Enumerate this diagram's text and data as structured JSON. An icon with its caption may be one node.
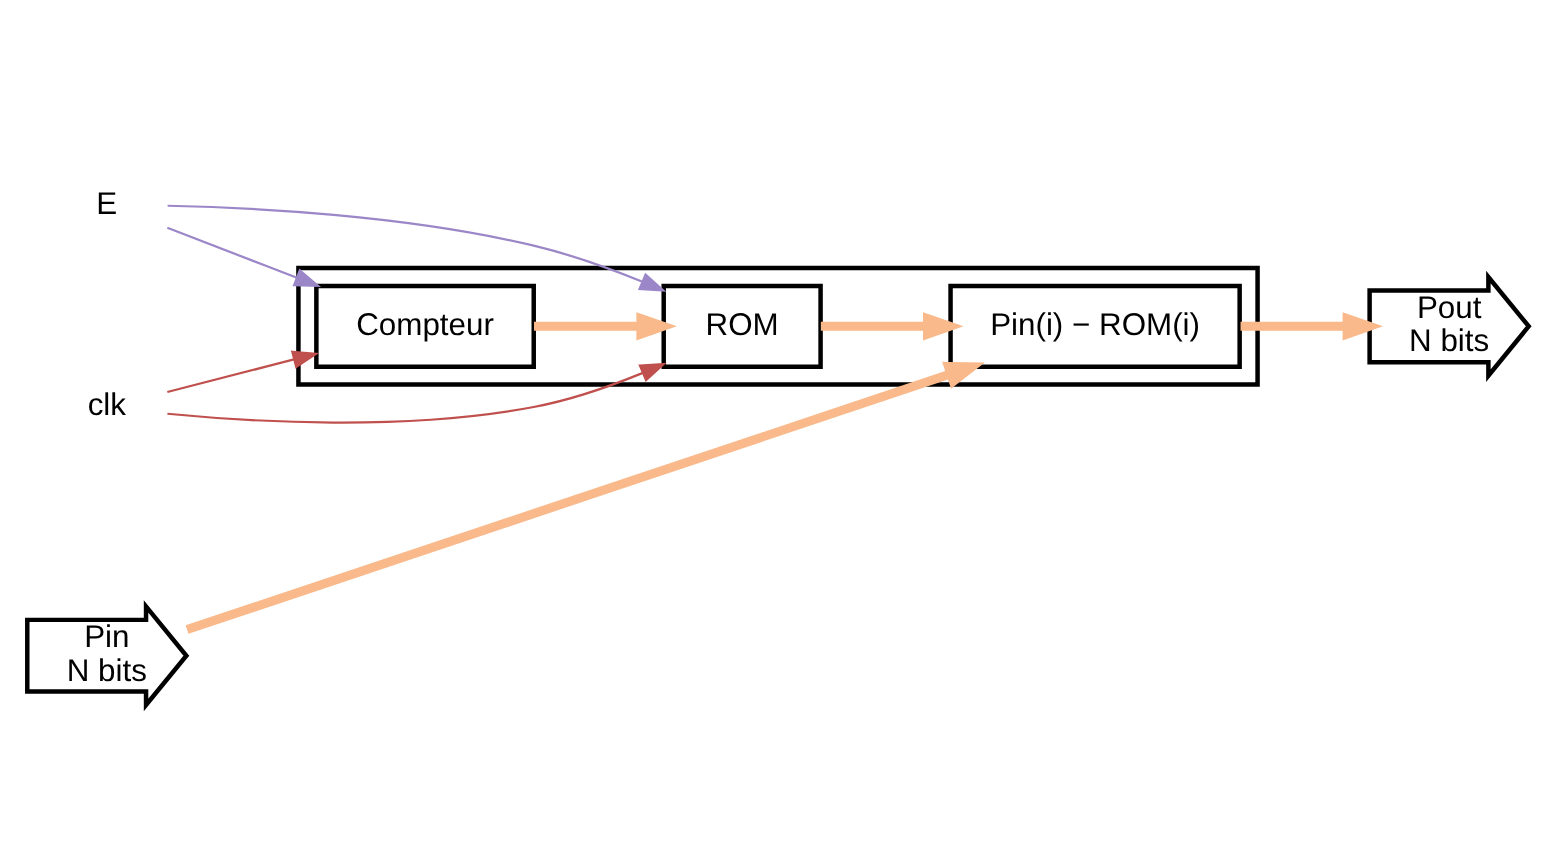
{
  "diagram": {
    "nodes": [
      {
        "text": [],
        "shape": "box"
      },
      {
        "text": [
          "Pin(i) − ROM(i)"
        ],
        "in": 0
      },
      {
        "text": [
          "ROM"
        ],
        "in": 0
      },
      {
        "text": [
          "Compteur"
        ],
        "in": 0
      },
      {
        "text": [
          "Pin",
          "N bits"
        ]
      },
      {
        "text": [
          "Pout",
          "N bits"
        ]
      },
      {
        "text": [
          "E"
        ]
      },
      {
        "text": [
          "clk"
        ]
      }
    ],
    "edges": [
      {
        "from": 4,
        "to": 1,
        "arrow": "to",
        "style": "thick",
        "color": "#f9b98a"
      },
      {
        "from": 1,
        "to": 5,
        "arrow": "to",
        "style": "thick",
        "color": "#f9b98a"
      },
      {
        "from": 2,
        "to": 1,
        "arrow": "to",
        "style": "thick",
        "color": "#f9b98a"
      },
      {
        "from": 3,
        "to": 2,
        "arrow": "to",
        "style": "thick",
        "color": "#f9b98a"
      },
      {
        "from": 6,
        "to": 2,
        "arrow": "to",
        "color": "#9b87c8"
      },
      {
        "from": 6,
        "to": 3,
        "arrow": "to",
        "color": "#9b87c8"
      },
      {
        "from": 7,
        "to": 3,
        "arrow": "to",
        "color": "#c0504d"
      },
      {
        "from": 7,
        "to": 2,
        "arrow": "to",
        "color": "#c0504d"
      }
    ]
  }
}
